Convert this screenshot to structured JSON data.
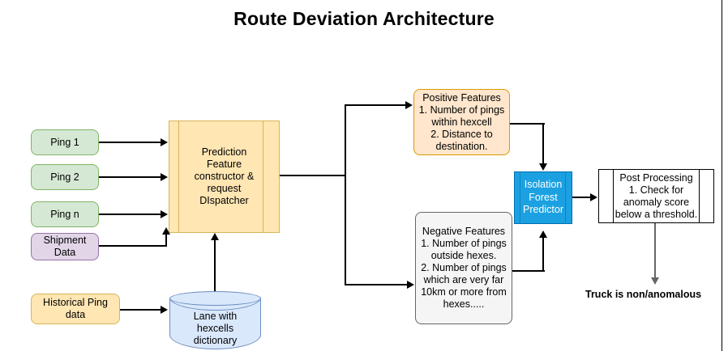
{
  "title": "Route Deviation Architecture",
  "colors": {
    "green_fill": "#d5e8d4",
    "green_stroke": "#82b366",
    "purple_fill": "#e1d5e7",
    "purple_stroke": "#9673a6",
    "yellow_fill": "#ffe6b3",
    "yellow_stroke": "#d6b656",
    "orange_fill": "#ffe6cc",
    "orange_stroke": "#d79b00",
    "gray_fill": "#f5f5f5",
    "gray_stroke": "#666666",
    "blue_fill": "#1ba1e2",
    "blue_stroke": "#006eaf",
    "cylinder_fill": "#dae8fc",
    "cylinder_stroke": "#6c8ebf",
    "edge": "#000000",
    "edge_gray": "#666666"
  },
  "nodes": {
    "ping1": "Ping 1",
    "ping2": "Ping 2",
    "pingn": "Ping n",
    "shipment": "Shipment\nData",
    "historical_ping": "Historical Ping\ndata",
    "cylinder": "Lane with\nhexcells\ndictionary",
    "dispatcher": "Prediction\nFeature\nconstructor &\nrequest\nDIspatcher",
    "positive_features": "Positive Features\n1. Number of pings\nwithin hexcell\n2. Distance to\ndestination.",
    "negative_features": "Negative Features\n1. Number of pings\noutside hexes.\n2. Number of pings\nwhich are very far\n10km or more from\nhexes.....",
    "isolation_forest": "Isolation\nForest\nPredictor",
    "post_processing": "Post Processing\n1. Check for\nanomaly score\nbelow a threshold.",
    "outcome": "Truck  is  non/anomalous"
  }
}
